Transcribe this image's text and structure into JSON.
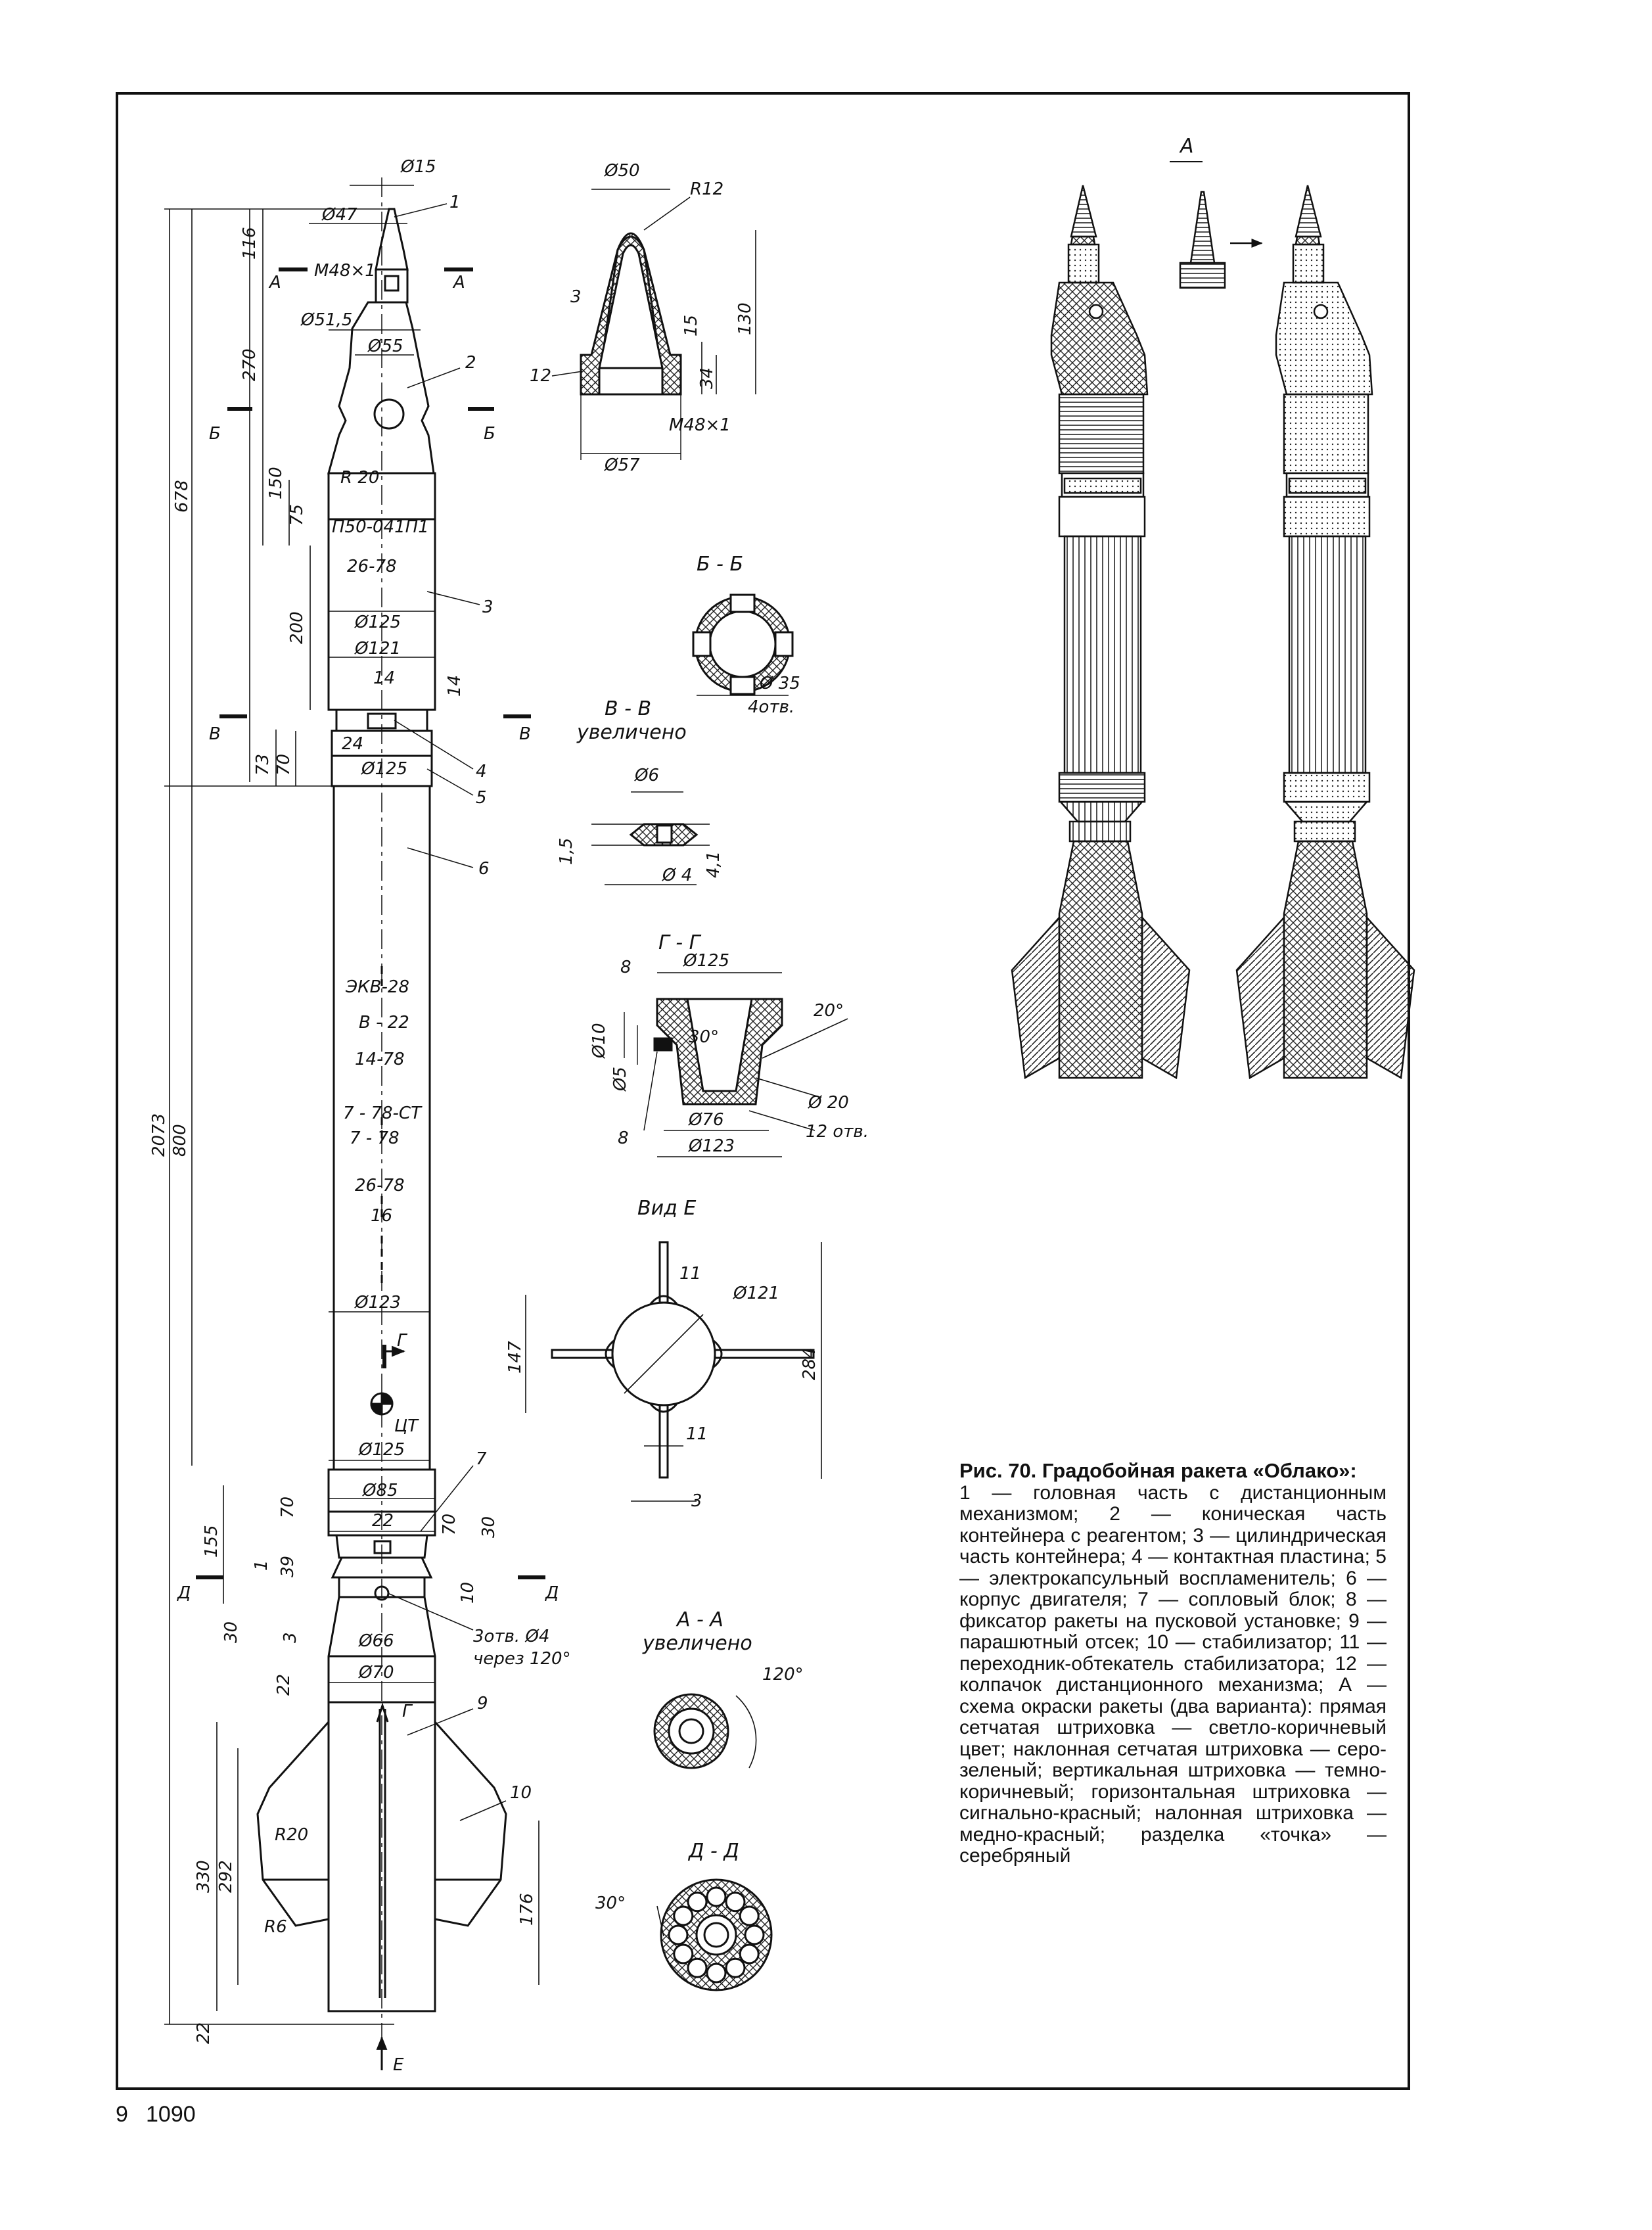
{
  "figure": {
    "caption_title": "Рис. 70. Градобойная ракета «Облако»:",
    "caption_body": "1 — головная часть с дистанционным механизмом; 2 — коническая часть контейнера с реагентом; 3 — цилиндрическая часть контейнера; 4 — контактная пластина; 5 — электрокапсульный воспламенитель; 6 — корпус двигателя; 7 — сопловый блок; 8 — фиксатор ракеты на пусковой установке; 9 — парашютный отсек; 10 — стабилизатор; 11 — переходник-обтекатель стабилизатора; 12 — колпачок дистанционного механизма; А — схема окраски ракеты (два варианта): прямая сетчатая штриховка — светло-коричневый цвет; наклонная сетчатая штриховка — серо-зеленый; вертикальная штриховка — темно-коричневый; горизонтальная штриховка — сигнально-красный; налонная штриховка — медно-красный; разделка «точка» — серебряный"
  },
  "footer": {
    "page_number": "9",
    "code": "1090"
  },
  "views": {
    "cap": "",
    "bb": "Б - Б",
    "vv": "В - В",
    "vv_sub": "увеличено",
    "gg": "Г - Г",
    "vid_e": "Вид Е",
    "aa": "А - А",
    "aa_sub": "увеличено",
    "dd": "Д - Д",
    "paint": "А"
  },
  "main_dims": {
    "d15": "Ø15",
    "d47": "Ø47",
    "m48": "M48×1",
    "d515": "Ø51,5",
    "d55": "Ø55",
    "h116": "116",
    "h270": "270",
    "h150": "150",
    "h75": "75",
    "h678": "678",
    "r20": "R 20",
    "p50": "П50-041П1",
    "s2678a": "26-78",
    "h200": "200",
    "d125a": "Ø125",
    "d121": "Ø121",
    "w14": "14",
    "h14": "14",
    "h73": "73",
    "h70a": "70",
    "w24": "24",
    "d125b": "Ø125",
    "h2073": "2073",
    "h800": "800",
    "ekv": "ЭКВ-28",
    "v22": "В - 22",
    "s1478a": "14-78",
    "s78st": "7 - 78-СТ",
    "s778": "7 - 78",
    "s2678b": "26-78",
    "s16": "16",
    "d123": "Ø123",
    "ct": "ЦТ",
    "d125c": "Ø125",
    "h155": "155",
    "h70b": "70",
    "d85": "Ø85",
    "w22": "22",
    "h39": "39",
    "h1": "1",
    "h70c": "70",
    "h30a": "30",
    "h10": "10",
    "h3": "3",
    "h30b": "30",
    "holes": "3отв. Ø4",
    "holes2": "через 120°",
    "d66": "Ø66",
    "d70": "Ø70",
    "h22a": "22",
    "h330": "330",
    "h292": "292",
    "r20b": "R20",
    "r6": "R6",
    "h176": "176",
    "h22b": "22",
    "view_e": "Е"
  },
  "sect_A": {
    "a": "А",
    "b": "Б",
    "v": "В",
    "g": "Г",
    "d": "Д"
  },
  "parts": [
    "1",
    "2",
    "3",
    "4",
    "5",
    "6",
    "7",
    "9",
    "10"
  ],
  "cap_dims": {
    "d50": "Ø50",
    "r12": "R12",
    "h3": "3",
    "n12": "12",
    "h15": "15",
    "h34": "34",
    "h130": "130",
    "m48": "M48×1",
    "d57": "Ø57"
  },
  "bb_dims": {
    "d35": "Ø 35",
    "holes": "4отв."
  },
  "vv_dims": {
    "d6": "Ø6",
    "h15": "1,5",
    "h41": "4,1",
    "d4": "Ø 4"
  },
  "gg_dims": {
    "d125": "Ø125",
    "w8a": "8",
    "d10": "Ø10",
    "d5": "Ø5",
    "a30": "30°",
    "a20": "20°",
    "d76": "Ø76",
    "d20": "Ø 20",
    "holes": "12 отв.",
    "d123": "Ø123",
    "w8b": "8"
  },
  "ve_dims": {
    "d121": "Ø121",
    "p11a": "11",
    "h147": "147",
    "h284": "284",
    "p11b": "11",
    "w3": "3"
  },
  "aa_dims": {
    "a120": "120°"
  },
  "dd_dims": {
    "a30": "30°"
  }
}
